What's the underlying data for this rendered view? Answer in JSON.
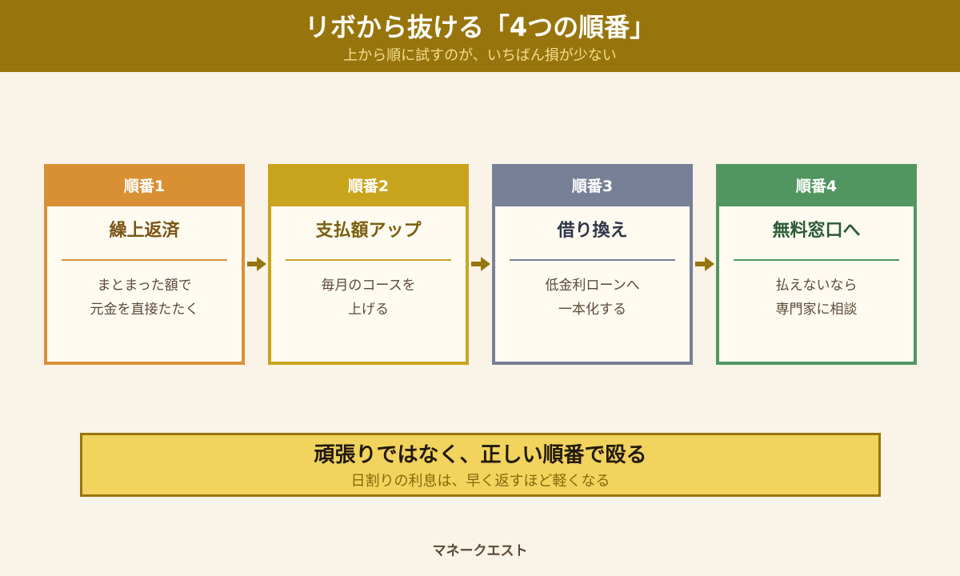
{
  "header": {
    "title": "リボから抜ける「4つの順番」",
    "subtitle": "上から順に試すのが、いちばん損が少ない"
  },
  "steps": [
    {
      "label": "順番1",
      "title": "繰上返済",
      "desc_line1": "まとまった額で",
      "desc_line2": "元金を直接たたく",
      "color": "#d99035"
    },
    {
      "label": "順番2",
      "title": "支払額アップ",
      "desc_line1": "毎月のコースを",
      "desc_line2": "上げる",
      "color": "#c9a41d"
    },
    {
      "label": "順番3",
      "title": "借り換え",
      "desc_line1": "低金利ローンへ",
      "desc_line2": "一本化する",
      "color": "#778097"
    },
    {
      "label": "順番4",
      "title": "無料窓口へ",
      "desc_line1": "払えないなら",
      "desc_line2": "専門家に相談",
      "color": "#519660"
    }
  ],
  "summary": {
    "title": "頑張りではなく、正しい順番で殴る",
    "subtitle": "日割りの利息は、早く返すほど軽くなる"
  },
  "footer": {
    "brand": "マネークエスト"
  },
  "colors": {
    "header_bg": "#98750c",
    "page_bg": "#f9f3e8",
    "arrow": "#98750c",
    "summary_bg": "#f1d35e"
  },
  "icons": {
    "arrow": "arrow-right-icon"
  }
}
